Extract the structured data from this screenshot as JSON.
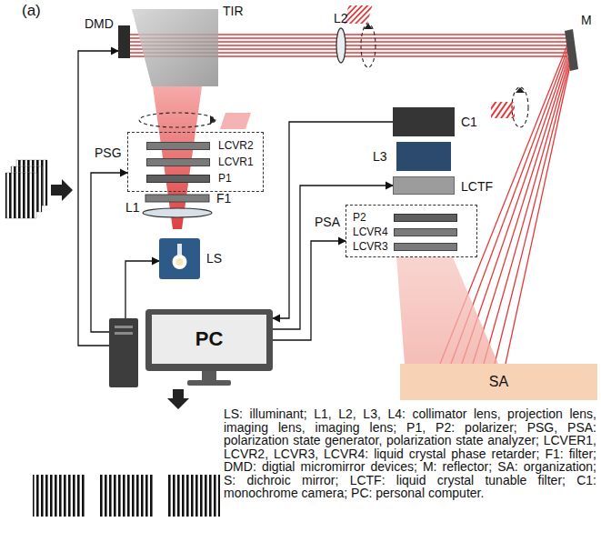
{
  "diagram": {
    "nodes": [
      {
        "text": [
          "DMD"
        ]
      },
      {
        "text": [
          "TIR"
        ]
      },
      {
        "text": [
          "PSG"
        ]
      },
      {
        "text": [
          "LCVR2"
        ],
        "in": 2
      },
      {
        "text": [
          "LCVR1"
        ],
        "in": 2
      },
      {
        "text": [
          "P1"
        ],
        "in": 2
      },
      {
        "text": [
          "LS"
        ]
      },
      {
        "text": [
          "PC"
        ]
      },
      {
        "text": [
          "C1"
        ]
      },
      {
        "text": [
          "L3"
        ]
      },
      {
        "text": [
          "LCTF"
        ]
      },
      {
        "text": [
          "PSA"
        ]
      },
      {
        "text": [
          "P2"
        ],
        "in": 11
      },
      {
        "text": [
          "LCVR4"
        ],
        "in": 11
      },
      {
        "text": [
          "LCVR3"
        ],
        "in": 11
      },
      {
        "text": [
          "SA"
        ]
      }
    ],
    "edges": [
      {
        "from": 7,
        "to": 0,
        "arrow": "to"
      },
      {
        "from": 7,
        "to": 2,
        "arrow": "to"
      },
      {
        "from": 7,
        "to": 6,
        "arrow": "to"
      },
      {
        "from": 8,
        "to": 7,
        "arrow": "to"
      },
      {
        "from": 7,
        "to": 10,
        "arrow": "to"
      },
      {
        "from": 7,
        "to": 11,
        "arrow": "to"
      }
    ],
    "labels": [
      "(a)",
      "L1",
      "F1",
      "L2",
      "M",
      "LS: illuminant; L1, L2, L3, L4: collimator lens, projection lens, imaging lens, imaging lens; P1, P2: polarizer; PSG, PSA: polarization state generator, polarization state analyzer; LCVER1, LCVR2, LCVR3, LCVR4: liquid crystal phase retarder; F1: filter; DMD: digtial micromirror devices; M: reflector; SA: organization; S: dichroic mirror; LCTF: liquid crystal tunable filter; C1: monochrome camera; PC: personal computer."
    ]
  }
}
